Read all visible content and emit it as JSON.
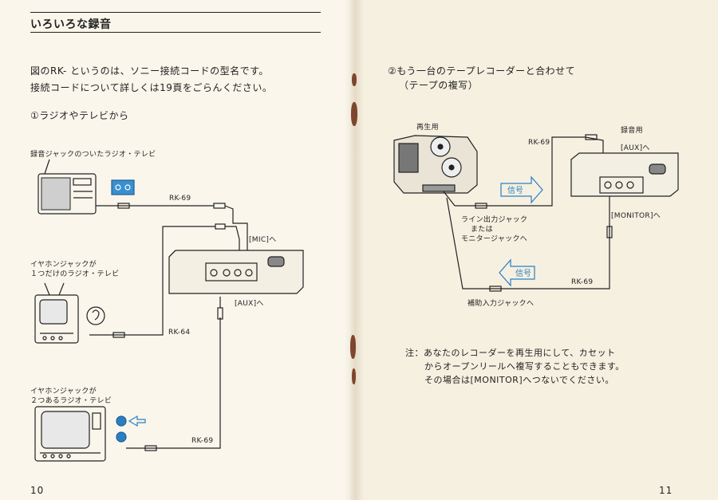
{
  "left": {
    "heading": "いろいろな録音",
    "intro_line1": "図のRK- というのは、ソニー接続コードの型名です。",
    "intro_line2": "接続コードについて詳しくは19頁をごらんください。",
    "section1": "①ラジオやテレビから",
    "radio_label": "録音ジャックのついたラジオ・テレビ",
    "tv1_label_line1": "イヤホンジャックが",
    "tv1_label_line2": "１つだけのラジオ・テレビ",
    "tv2_label_line1": "イヤホンジャックが",
    "tv2_label_line2": "２つあるラジオ・テレビ",
    "cable_rk69_a": "RK-69",
    "cable_rk64": "RK-64",
    "cable_rk69_b": "RK-69",
    "mic_label": "[MIC]へ",
    "aux_label": "[AUX]へ",
    "page_number": "10"
  },
  "right": {
    "section2_line1": "②もう一台のテープレコーダーと合わせて",
    "section2_line2": "（テープの複写）",
    "player_label": "再生用",
    "recorder_label": "録音用",
    "cable_top": "RK-69",
    "aux_label": "[AUX]へ",
    "signal1": "信号",
    "line_out_line1": "ライン出力ジャック",
    "line_out_line2": "または",
    "line_out_line3": "モニタージャックへ",
    "monitor_label": "[MONITOR]へ",
    "signal2": "信号",
    "cable_bottom": "RK-69",
    "aux_in_label": "補助入力ジャックへ",
    "note_line1": "注：あなたのレコーダーを再生用にして、カセット",
    "note_line2": "からオープンリールへ複写することもできます。",
    "note_line3": "その場合は[MONITOR]へつないでください。",
    "page_number": "11"
  }
}
